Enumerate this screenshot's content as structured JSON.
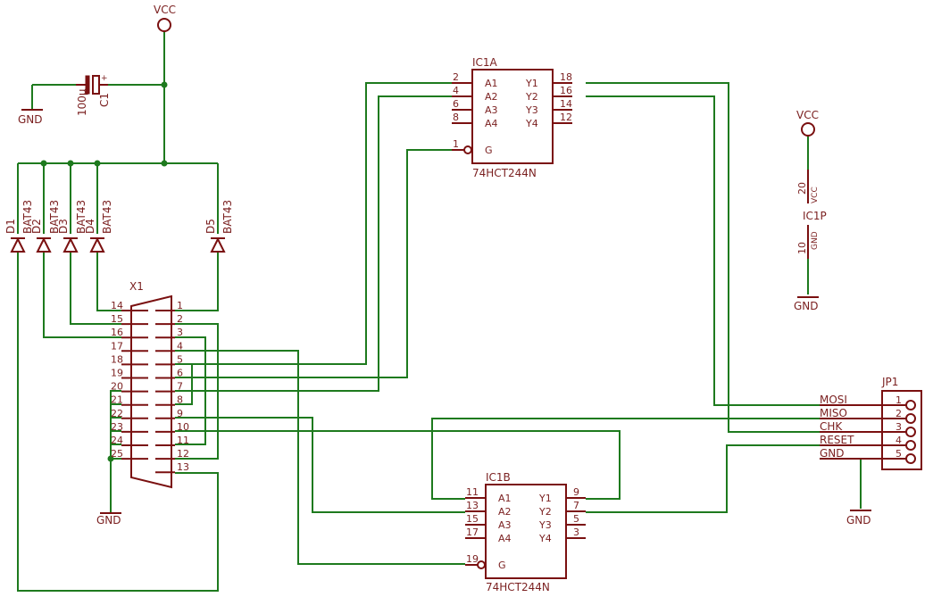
{
  "labels": {
    "vcc_top": "VCC",
    "vcc_right": "VCC",
    "gnd_c1": "GND",
    "gnd_x1": "GND",
    "gnd_right": "GND",
    "gnd_jp1": "GND",
    "c1_name": "C1",
    "c1_value": "100µ",
    "d1": "D1",
    "d2": "D2",
    "d3": "D3",
    "d4": "D4",
    "d5": "D5",
    "bat43": "BAT43",
    "x1": "X1",
    "ic1a": "IC1A",
    "ic1a_part": "74HCT244N",
    "ic1b": "IC1B",
    "ic1b_part": "74HCT244N",
    "ic1p": "IC1P",
    "ic1p_vcc": "VCC",
    "ic1p_gnd": "GND",
    "ic1p_pin20": "20",
    "ic1p_pin10": "10",
    "jp1": "JP1"
  },
  "ic1a": {
    "left": [
      {
        "pin": "2",
        "label": "A1"
      },
      {
        "pin": "4",
        "label": "A2"
      },
      {
        "pin": "6",
        "label": "A3"
      },
      {
        "pin": "8",
        "label": "A4"
      }
    ],
    "right": [
      {
        "pin": "18",
        "label": "Y1"
      },
      {
        "pin": "16",
        "label": "Y2"
      },
      {
        "pin": "14",
        "label": "Y3"
      },
      {
        "pin": "12",
        "label": "Y4"
      }
    ],
    "enable": {
      "pin": "1",
      "label": "G"
    }
  },
  "ic1b": {
    "left": [
      {
        "pin": "11",
        "label": "A1"
      },
      {
        "pin": "13",
        "label": "A2"
      },
      {
        "pin": "15",
        "label": "A3"
      },
      {
        "pin": "17",
        "label": "A4"
      }
    ],
    "right": [
      {
        "pin": "9",
        "label": "Y1"
      },
      {
        "pin": "7",
        "label": "Y2"
      },
      {
        "pin": "5",
        "label": "Y3"
      },
      {
        "pin": "3",
        "label": "Y4"
      }
    ],
    "enable": {
      "pin": "19",
      "label": "G"
    }
  },
  "x1": {
    "left_pins": [
      "14",
      "15",
      "16",
      "17",
      "18",
      "19",
      "20",
      "21",
      "22",
      "23",
      "24",
      "25"
    ],
    "right_pins": [
      "1",
      "2",
      "3",
      "4",
      "5",
      "6",
      "7",
      "8",
      "9",
      "10",
      "11",
      "12",
      "13"
    ]
  },
  "jp1": {
    "pins": [
      "1",
      "2",
      "3",
      "4",
      "5"
    ],
    "signals": [
      "MOSI",
      "MISO",
      "CHK",
      "RESET",
      "GND"
    ]
  }
}
